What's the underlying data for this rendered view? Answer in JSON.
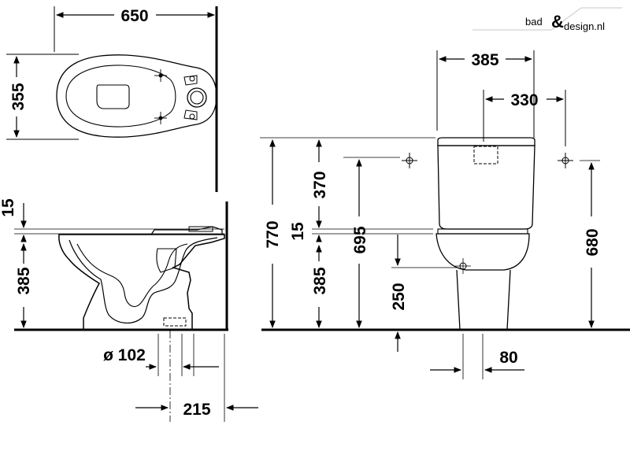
{
  "watermark": {
    "text_left": "bad",
    "text_right": "design.nl"
  },
  "top_view": {
    "width_label": "650",
    "depth_label": "355"
  },
  "side_view": {
    "rim_offset_label": "15",
    "seat_height_label": "385",
    "outlet_diameter_label": "ø 102",
    "outlet_distance_label": "215"
  },
  "front_view": {
    "cistern_depth_label": "385",
    "hole_spacing_label": "330",
    "total_height_label": "770",
    "cistern_height_label": "370",
    "rim_offset_label": "15",
    "seat_height_label": "385",
    "bowl_height_label": "695",
    "outlet_height_label": "250",
    "fixing_height_label": "680",
    "pedestal_offset_label": "80"
  }
}
